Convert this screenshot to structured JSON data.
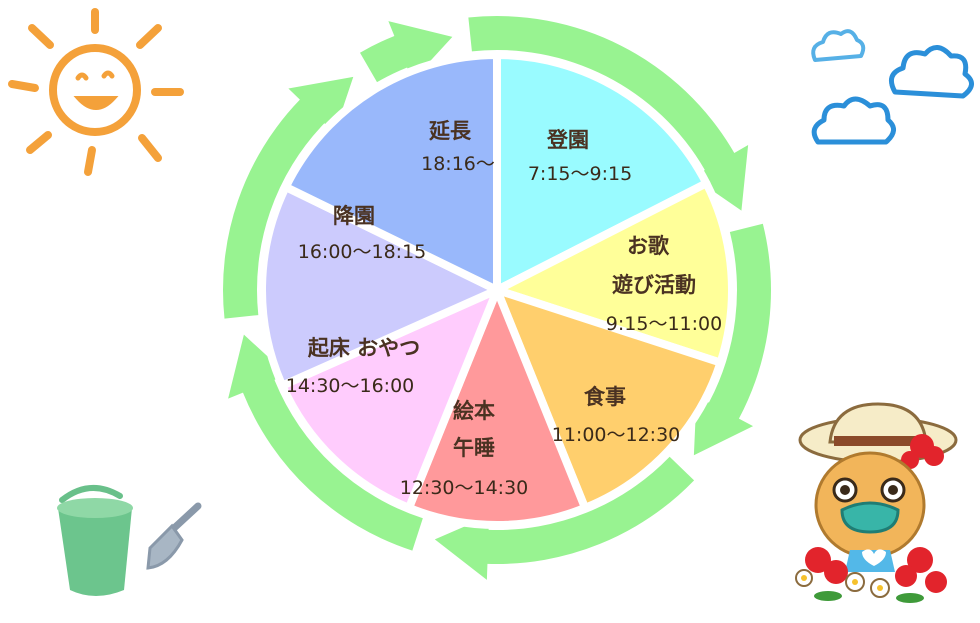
{
  "colors": {
    "ring": "#98f391",
    "slice_stroke": "#ffffff",
    "text": "#4a3222"
  },
  "schedule": [
    {
      "title": "登園",
      "time": "7:15〜9:15",
      "color": "#99fbff"
    },
    {
      "title": "お歌",
      "title2": "遊び活動",
      "time": "9:15〜11:00",
      "color": "#ffff99"
    },
    {
      "title": "食事",
      "time": "11:00〜12:30",
      "color": "#ffcf6d"
    },
    {
      "title": "絵本",
      "title2": "午睡",
      "time": "12:30〜14:30",
      "color": "#ff999b"
    },
    {
      "title": "起床 おやつ",
      "time": "14:30〜16:00",
      "color": "#ffccfd"
    },
    {
      "title": "降園",
      "time": "16:00〜18:15",
      "color": "#cccbfd"
    },
    {
      "title": "延長",
      "time": "18:16〜",
      "color": "#99b8fb"
    }
  ],
  "decorations": {
    "sun": "sun-icon",
    "clouds": "cloud-icon",
    "bucket": "bucket-icon",
    "shovel": "shovel-icon",
    "mascot": "mascot-icon"
  }
}
